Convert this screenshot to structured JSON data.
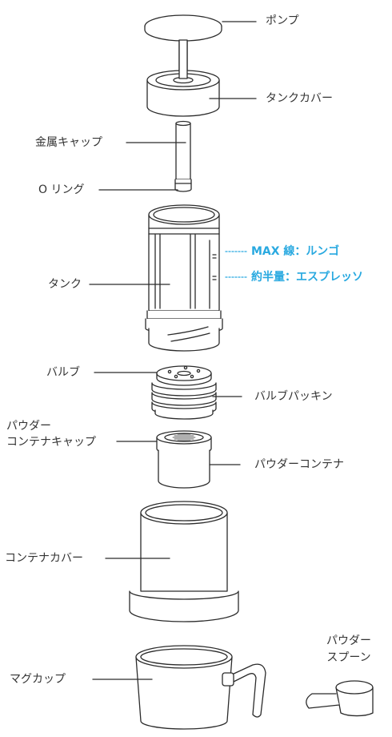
{
  "colors": {
    "line": "#2b2b2b",
    "text": "#333333",
    "accent": "#29a9e0"
  },
  "parts": {
    "pump": "ポンプ",
    "tank_cover": "タンクカバー",
    "metal_cap": "金属キャップ",
    "o_ring": "O リング",
    "tank": "タンク",
    "max_line": "MAX 線：ルンゴ",
    "half_line": "約半量：エスプレッソ",
    "valve": "バルブ",
    "valve_packing": "バルブパッキン",
    "powder_container_cap_line1": "パウダー",
    "powder_container_cap_line2": "コンテナキャップ",
    "powder_container": "パウダーコンテナ",
    "container_cover": "コンテナカバー",
    "mug": "マグカップ",
    "powder_spoon_line1": "パウダー",
    "powder_spoon_line2": "スプーン"
  }
}
